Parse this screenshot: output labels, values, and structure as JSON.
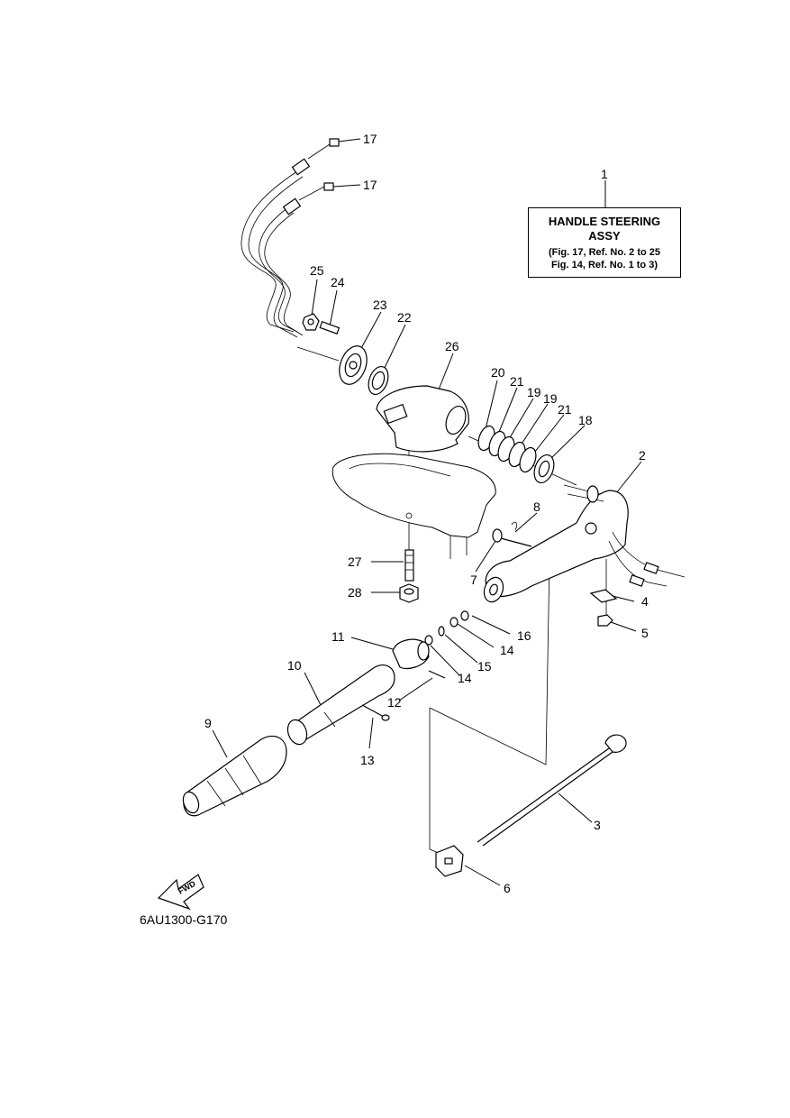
{
  "assembly_box": {
    "ref": "1",
    "title_line1": "HANDLE STEERING",
    "title_line2": "ASSY",
    "note_line1": "(Fig. 17, Ref. No. 2 to 25",
    "note_line2": "Fig. 14, Ref. No. 1 to 3)"
  },
  "figure_code": "6AU1300-G170",
  "fwd_label": "FWD",
  "callouts": [
    {
      "id": "c17a",
      "label": "17"
    },
    {
      "id": "c17b",
      "label": "17"
    },
    {
      "id": "c25",
      "label": "25"
    },
    {
      "id": "c24",
      "label": "24"
    },
    {
      "id": "c23",
      "label": "23"
    },
    {
      "id": "c22",
      "label": "22"
    },
    {
      "id": "c26",
      "label": "26"
    },
    {
      "id": "c20",
      "label": "20"
    },
    {
      "id": "c21a",
      "label": "21"
    },
    {
      "id": "c19a",
      "label": "19"
    },
    {
      "id": "c19b",
      "label": "19"
    },
    {
      "id": "c21b",
      "label": "21"
    },
    {
      "id": "c18",
      "label": "18"
    },
    {
      "id": "c2",
      "label": "2"
    },
    {
      "id": "c8",
      "label": "8"
    },
    {
      "id": "c7",
      "label": "7"
    },
    {
      "id": "c27",
      "label": "27"
    },
    {
      "id": "c28",
      "label": "28"
    },
    {
      "id": "c4",
      "label": "4"
    },
    {
      "id": "c5",
      "label": "5"
    },
    {
      "id": "c16",
      "label": "16"
    },
    {
      "id": "c14a",
      "label": "14"
    },
    {
      "id": "c15",
      "label": "15"
    },
    {
      "id": "c14b",
      "label": "14"
    },
    {
      "id": "c11",
      "label": "11"
    },
    {
      "id": "c10",
      "label": "10"
    },
    {
      "id": "c12",
      "label": "12"
    },
    {
      "id": "c13",
      "label": "13"
    },
    {
      "id": "c9",
      "label": "9"
    },
    {
      "id": "c3",
      "label": "3"
    },
    {
      "id": "c6",
      "label": "6"
    }
  ]
}
